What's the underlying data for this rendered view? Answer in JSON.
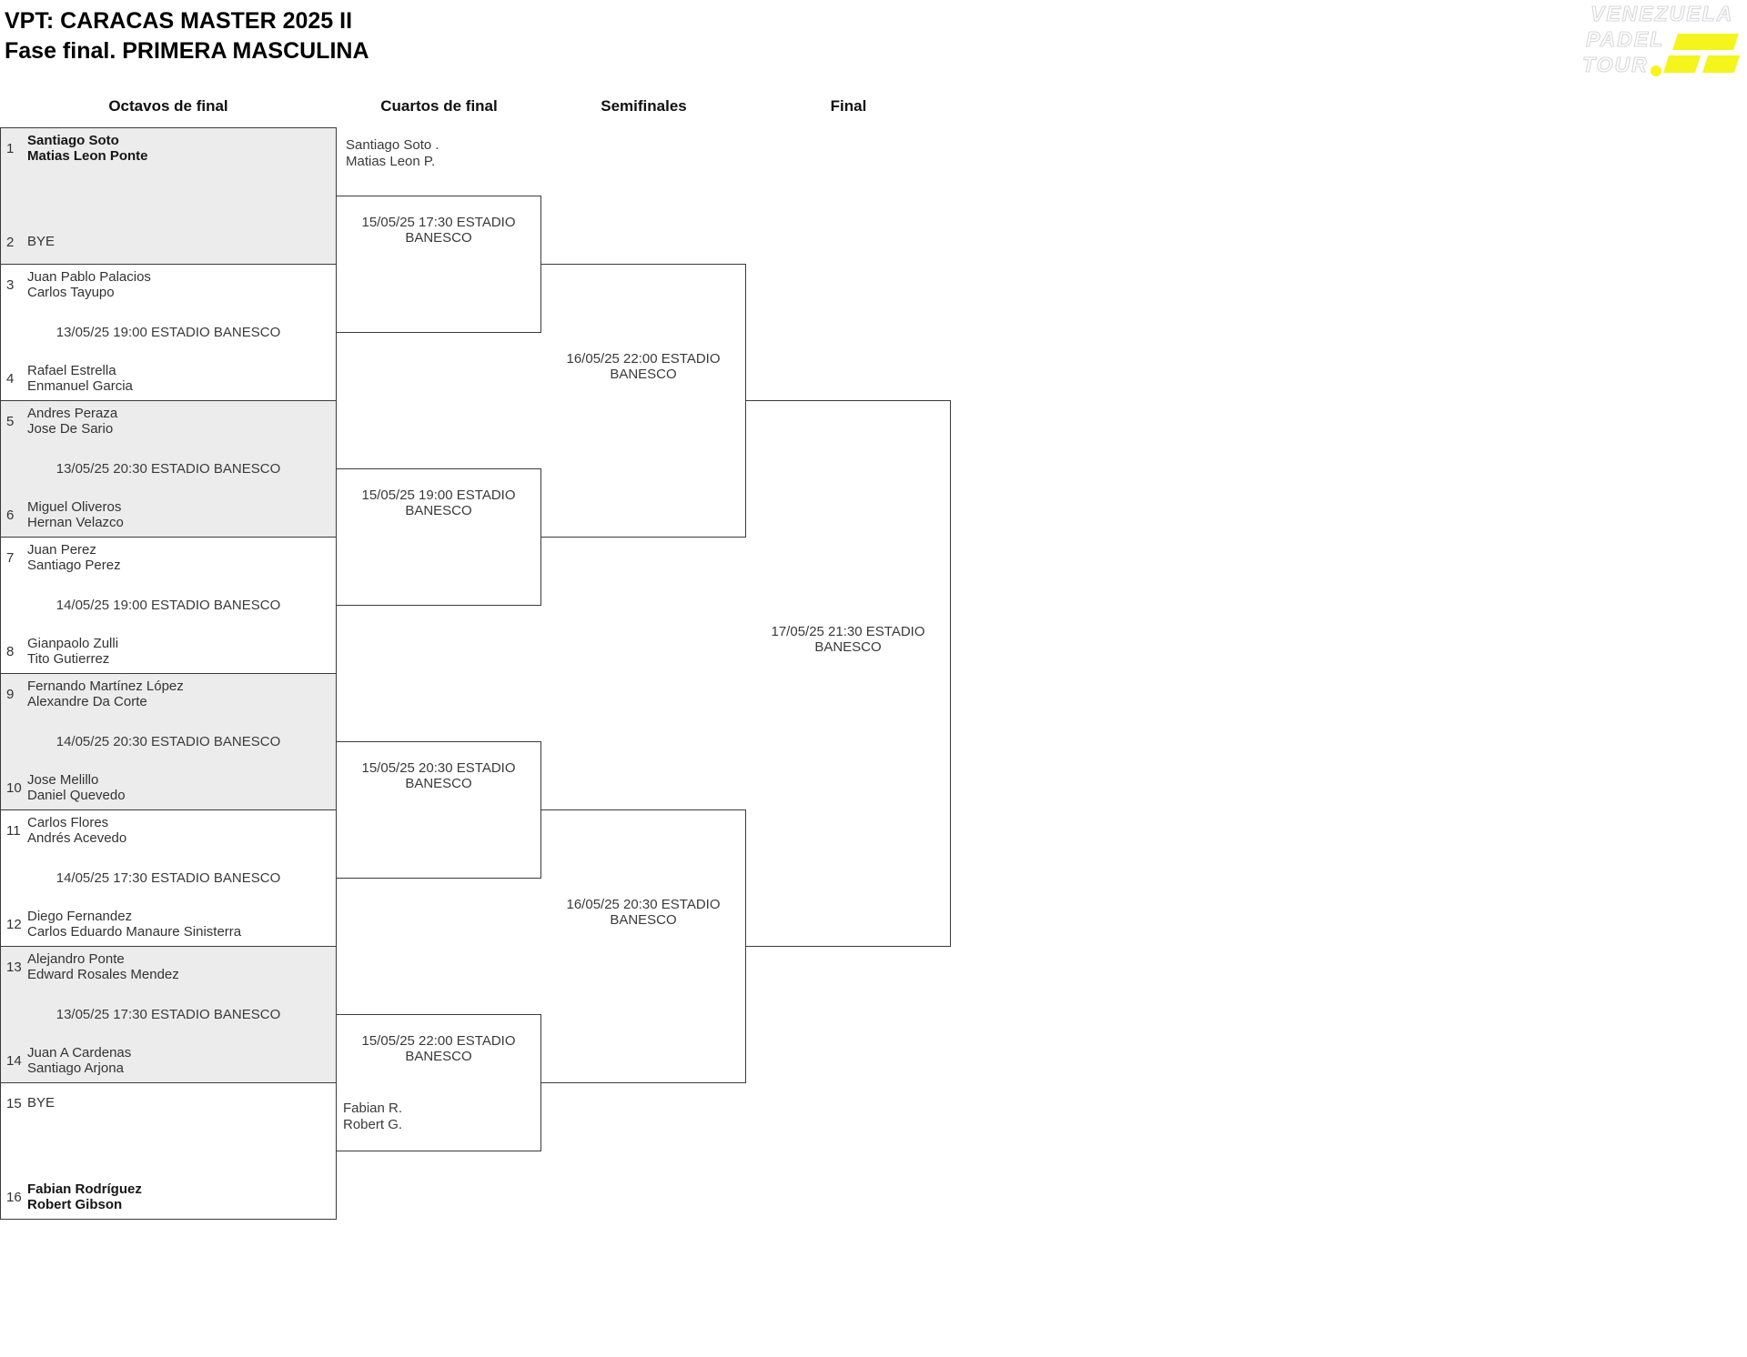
{
  "title": {
    "line1": "VPT: CARACAS MASTER 2025 II",
    "line2": "Fase final. PRIMERA MASCULINA"
  },
  "logo": {
    "words": [
      "VENEZUELA",
      "PADEL",
      "TOUR"
    ],
    "accent_color": "#f5f51d"
  },
  "columns": [
    "Octavos de final",
    "Cuartos de final",
    "Semifinales",
    "Final"
  ],
  "octavos": [
    {
      "top": {
        "seed": "1",
        "players": [
          "Santiago Soto",
          "Matias Leon Ponte"
        ],
        "bold": true
      },
      "schedule": "",
      "bottom": {
        "seed": "2",
        "players": [
          "BYE"
        ],
        "bold": false
      }
    },
    {
      "top": {
        "seed": "3",
        "players": [
          "Juan Pablo Palacios",
          "Carlos Tayupo"
        ],
        "bold": false
      },
      "schedule": "13/05/25 19:00 ESTADIO BANESCO",
      "bottom": {
        "seed": "4",
        "players": [
          "Rafael Estrella",
          "Enmanuel Garcia"
        ],
        "bold": false
      }
    },
    {
      "top": {
        "seed": "5",
        "players": [
          "Andres Peraza",
          "Jose De Sario"
        ],
        "bold": false
      },
      "schedule": "13/05/25 20:30 ESTADIO BANESCO",
      "bottom": {
        "seed": "6",
        "players": [
          "Miguel Oliveros",
          "Hernan Velazco"
        ],
        "bold": false
      }
    },
    {
      "top": {
        "seed": "7",
        "players": [
          "Juan Perez",
          "Santiago Perez"
        ],
        "bold": false
      },
      "schedule": "14/05/25 19:00 ESTADIO BANESCO",
      "bottom": {
        "seed": "8",
        "players": [
          "Gianpaolo Zulli",
          "Tito Gutierrez"
        ],
        "bold": false
      }
    },
    {
      "top": {
        "seed": "9",
        "players": [
          "Fernando Martínez López",
          "Alexandre Da Corte"
        ],
        "bold": false
      },
      "schedule": "14/05/25 20:30 ESTADIO BANESCO",
      "bottom": {
        "seed": "10",
        "players": [
          "Jose Melillo",
          "Daniel Quevedo"
        ],
        "bold": false
      }
    },
    {
      "top": {
        "seed": "11",
        "players": [
          "Carlos Flores",
          "Andrés Acevedo"
        ],
        "bold": false
      },
      "schedule": "14/05/25 17:30 ESTADIO BANESCO",
      "bottom": {
        "seed": "12",
        "players": [
          "Diego Fernandez",
          "Carlos Eduardo Manaure Sinisterra"
        ],
        "bold": false
      }
    },
    {
      "top": {
        "seed": "13",
        "players": [
          "Alejandro Ponte",
          "Edward Rosales Mendez"
        ],
        "bold": false
      },
      "schedule": "13/05/25 17:30 ESTADIO BANESCO",
      "bottom": {
        "seed": "14",
        "players": [
          "Juan A Cardenas",
          "Santiago Arjona"
        ],
        "bold": false
      }
    },
    {
      "top": {
        "seed": "15",
        "players": [
          "BYE"
        ],
        "bold": false
      },
      "schedule": "",
      "bottom": {
        "seed": "16",
        "players": [
          "Fabian Rodríguez",
          "Robert Gibson"
        ],
        "bold": true
      }
    }
  ],
  "cuartos": [
    {
      "schedule": "15/05/25 17:30 ESTADIO BANESCO",
      "advancing": {
        "slot": "top",
        "lines": [
          "Santiago Soto .",
          "Matias Leon P."
        ]
      }
    },
    {
      "schedule": "15/05/25 19:00 ESTADIO BANESCO"
    },
    {
      "schedule": "15/05/25 20:30 ESTADIO BANESCO"
    },
    {
      "schedule": "15/05/25 22:00 ESTADIO BANESCO",
      "advancing": {
        "slot": "bottom",
        "lines": [
          "Fabian R.",
          "Robert G."
        ]
      }
    }
  ],
  "semifinales": [
    {
      "schedule": "16/05/25 22:00 ESTADIO BANESCO"
    },
    {
      "schedule": "16/05/25 20:30 ESTADIO BANESCO"
    }
  ],
  "final": {
    "schedule": "17/05/25 21:30 ESTADIO BANESCO"
  },
  "colors": {
    "accent_yellow": "#f5f51d",
    "row_alt_gray": "#ececec",
    "line": "#3b3b3b"
  }
}
